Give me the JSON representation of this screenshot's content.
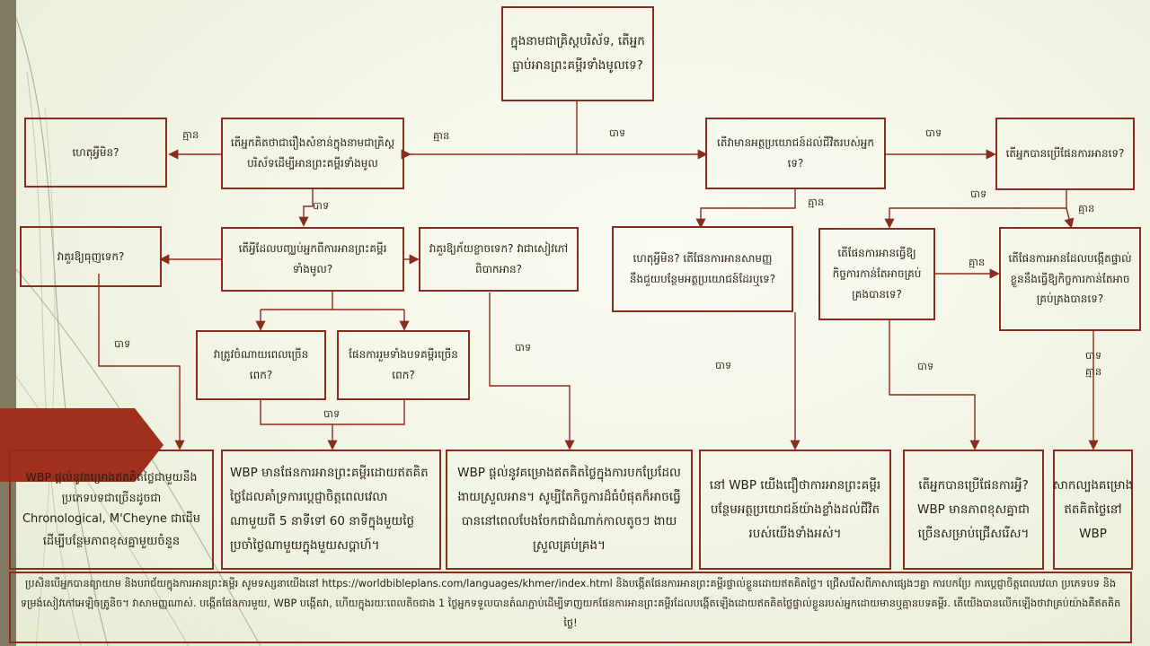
{
  "nodes": {
    "q_read_whole": "ក្នុងនាមជាគ្រិស្តបរិស័ទ, តើអ្នកធ្លាប់អានព្រះគម្ពីរទាំងមូលទេ?",
    "q_important": "តើអ្នកគិតថាជារឿងសំខាន់ក្នុងនាមជាគ្រិស្តបរិស័ទដើម្បីអានព្រះគម្ពីរទាំងមូល",
    "why_not_1": "ហេតុអ្វីមិន?",
    "q_prevent": "តើអ្វីដែលបញ្ឈប់អ្នកពីការអានព្រះគម្ពីរទាំងមូល?",
    "too_hard": "វាគួរឱ្យធុញទេក?",
    "q_scared": "វាគួរឱ្យភ័យខ្លាចទេក? វាជាសៀវភៅពិបាកអាន?",
    "too_long": "វាត្រូវចំណាយពេលច្រើនពេក?",
    "q_hard_books": "ផែនការរួមទាំងបទគម្ពីរច្រើនពេក?",
    "q_benefit": "តើវាមានអត្ថប្រយោជន៍ដល់ជីវិតរបស់អ្នកទេ?",
    "why_not_2": "ហេតុអ្វីមិន? តើផែនការអានសាមញ្ញនឹងជួយបន្ថែមអត្ថប្រយោជន៍ដែរឬទេ?",
    "q_used_plan": "តើអ្នកបានប្រើផែនការអានទេ?",
    "q_plan_fit": "តើផែនការអានធ្វើឱ្យកិច្ចការកាន់តែអាចគ្រប់គ្រងបានទេ?",
    "q_custom_plan": "តើផែនការអានដែលបង្កើតផ្ទាល់ខ្លួននឹងធ្វើឱ្យកិច្ចការកាន់តែអាចគ្រប់គ្រងបានទេ?",
    "out_1a": "WBP ផ្តល់នូវគម្រោងឥតគិតថ្លៃជាមួយនឹងប្រភេទបទជាច្រើនដូចជា",
    "out_1b": "Chronological, M'Cheyne ជាដើម ដើម្បីបន្ថែមភាពខុសគ្នាមួយចំនួន",
    "out_2": "WBP មានផែនការអានព្រះគម្ពីរដោយឥតគិតថ្លៃដែលគាំទ្រការប្តេជ្ញាចិត្តពេលវេលាណាមួយពី 5 នាទីទៅ 60 នាទីក្នុងមួយថ្ងៃ ប្រចាំថ្ងៃណាមួយក្នុងមួយសប្តាហ៍។",
    "out_3": "WBP ផ្តល់នូវគម្រោងឥតគិតថ្លៃក្នុងការបកប្រែដែលងាយស្រួលអាន។ សូម្បីតែកិច្ចការដ៏ធំបំផុតក៏អាចធ្វើបាននៅពេលបែងចែកជាដំណាក់កាលតូចៗ ងាយស្រួលគ្រប់គ្រង។",
    "out_4": "នៅ WBP យើងជឿថាការអានព្រះគម្ពីរបន្ថែមអត្ថប្រយោជន៍យ៉ាងខ្លាំងដល់ជីវិតរបស់យើងទាំងអស់។",
    "out_5": "តើអ្នកបានប្រើផែនការអ្វី? WBP មានភាពខុសគ្នាជាច្រើនសម្រាប់ជ្រើសរើស។",
    "out_6": "សាកល្បងគម្រោងឥតគិតថ្លៃនៅ WBP"
  },
  "labels": {
    "no": "គ្មាន",
    "yes": "បាទ",
    "yes_no": "បាទ គ្មាន"
  },
  "footer": "ប្រសិនបើអ្នកបានព្យាយាម និងបរាជ័យក្នុងការអានព្រះគម្ពីរ សូមទស្សនាយើងនៅ https://worldbibleplans.com/languages/khmer/index.html និងបង្កើតផែនការអានព្រះគម្ពីរផ្ទាល់ខ្លួនដោយឥតគិតថ្លៃ។ ជ្រើសរើសពីភាសាផ្សេងៗគ្នា ការបកប្រែ ការប្តេជ្ញាចិត្តពេលវេលា ប្រភេទបទ និងទម្រង់សៀវភៅអេឡិចត្រូនិច។ វាសាមញ្ញណាស់. បង្កើតផែនការមួយ, WBP បង្កើតវា, ហើយក្នុងរយៈពេលតិចជាង 1 ថ្ងៃអ្នកទទួលបានតំណភ្ជាប់ដើម្បីទាញយកផែនការអានព្រះគម្ពីរដែលបង្កើតឡើងដោយឥតគិតថ្លៃផ្ទាល់ខ្លួនរបស់អ្នកដោយមានឬគ្មានបទគម្ពីរ. តើយើងបានលើកឡើងថាវាគ្រប់យ៉ាងគឺឥតគិតថ្លៃ!"
}
